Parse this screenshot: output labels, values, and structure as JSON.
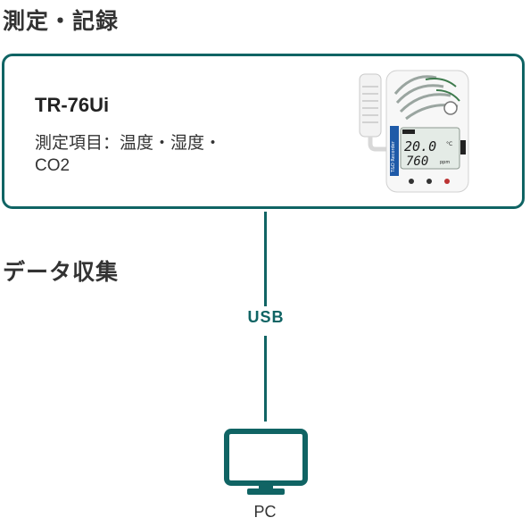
{
  "sections": {
    "measure_title": "測定・記録",
    "collect_title": "データ収集"
  },
  "device": {
    "model": "TR-76Ui",
    "measure_line_1": "測定項目：温度・湿度・",
    "measure_line_2": "CO2",
    "display_reading_1": "20.0",
    "display_unit_1": "°C",
    "display_reading_2": "760",
    "display_unit_2": "ppm",
    "brand_mark": "T&D",
    "icon": "data-logger-device"
  },
  "connection": {
    "label": "USB"
  },
  "computer": {
    "label": "PC",
    "icon": "monitor-icon"
  },
  "colors": {
    "accent": "#106464"
  }
}
